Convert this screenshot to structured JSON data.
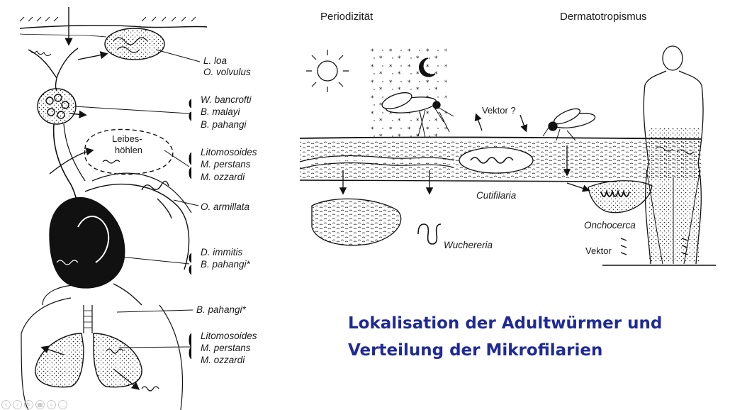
{
  "caption": {
    "line1": "Lokalisation der Adultwürmer und",
    "line2": "Verteilung der Mikrofilarien"
  },
  "left_panel": {
    "group_skin": [
      "L. loa",
      "O. volvulus"
    ],
    "group_lymph": [
      "W. bancrofti",
      "B. malayi",
      "B. pahangi"
    ],
    "cavity_label_line1": "Leibes-",
    "cavity_label_line2": "höhlen",
    "group_cavity": [
      "Litomosoides",
      "M. perstans",
      "M. ozzardi"
    ],
    "group_armillata": [
      "O. armillata"
    ],
    "group_heart": [
      "D. immitis",
      "B. pahangi*"
    ],
    "group_lung_label": [
      "B. pahangi*"
    ],
    "group_lung": [
      "Litomosoides",
      "M. perstans",
      "M. ozzardi"
    ]
  },
  "right_panel": {
    "title_left": "Periodizität",
    "title_right": "Dermatotropismus",
    "vector_question": "Vektor ?",
    "cutifilaria": "Cutifilaria",
    "wuchereria": "Wuchereria",
    "onchocerca": "Onchocerca",
    "vector": "Vektor"
  },
  "toolbar": {
    "icons": [
      "back-icon",
      "forward-icon",
      "pen-icon",
      "slides-icon",
      "zoom-icon",
      "more-icon"
    ],
    "glyphs": [
      "‹",
      "›",
      "✎",
      "▦",
      "⌕",
      "…"
    ]
  }
}
